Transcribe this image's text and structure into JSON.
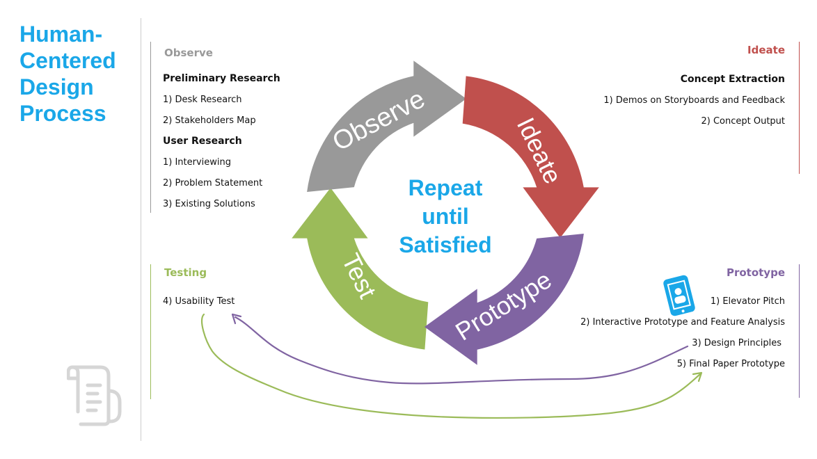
{
  "title_lines": [
    "Human-",
    "Centered",
    "Design",
    "Process"
  ],
  "center_lines": [
    "Repeat",
    "until",
    "Satisfied"
  ],
  "cycle": {
    "observe": "Observe",
    "ideate": "Ideate",
    "prototype": "Prototype",
    "test": "Test"
  },
  "observe_panel": {
    "label": "Observe",
    "heading1": "Preliminary Research",
    "items1": [
      "1) Desk Research",
      "2) Stakeholders Map"
    ],
    "heading2": "User Research",
    "items2": [
      "1) Interviewing",
      "2) Problem Statement",
      "3) Existing Solutions"
    ]
  },
  "ideate_panel": {
    "label": "Ideate",
    "heading": "Concept Extraction",
    "items": [
      "1) Demos on Storyboards and Feedback",
      "2) Concept Output"
    ]
  },
  "testing_panel": {
    "label": "Testing",
    "items": [
      "4) Usability Test"
    ]
  },
  "prototype_panel": {
    "label": "Prototype",
    "items": [
      "1) Elevator Pitch",
      "2) Interactive Prototype and Feature Analysis",
      "3) Design Principles",
      "5) Final Paper Prototype"
    ]
  },
  "colors": {
    "observe": "#999999",
    "ideate": "#c0504d",
    "prototype": "#8064a2",
    "test": "#9bbb59",
    "accent": "#1aa7e8"
  },
  "icons": [
    "mobile-phone-icon",
    "document-list-icon"
  ]
}
